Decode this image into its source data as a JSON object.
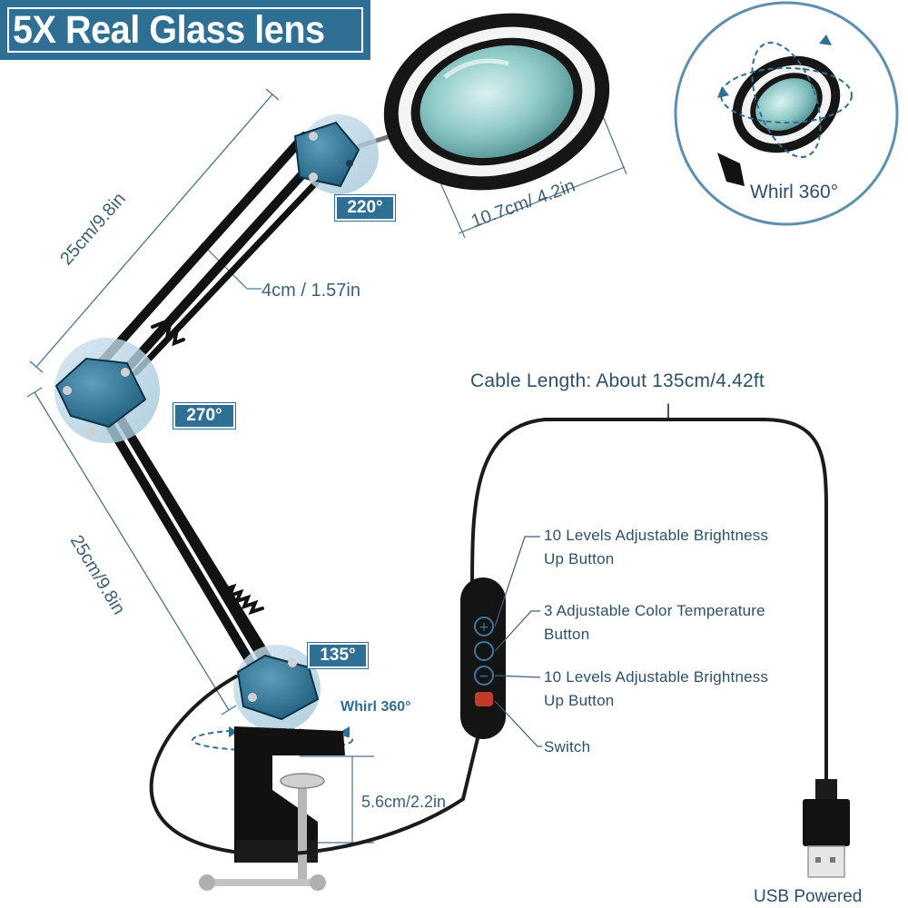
{
  "title": "5X Real Glass lens",
  "angles": {
    "top_joint": "220°",
    "mid_joint": "270°",
    "base_joint": "135°"
  },
  "rotations": {
    "head": "Whirl 360°",
    "base": "Whirl 360°"
  },
  "dimensions": {
    "upper_arm": "25cm/9.8in",
    "lower_arm": "25cm/9.8in",
    "arm_gap": "4cm / 1.57in",
    "lens_diameter": "10.7cm/ 4.2in",
    "clamp_height": "5.6cm/2.2in"
  },
  "cable_length": "Cable Length: About 135cm/4.42ft",
  "controls": {
    "up": {
      "line1": "10 Levels Adjustable Brightness",
      "line2": "Up Button"
    },
    "color": {
      "line1": "3 Adjustable Color Temperature",
      "line2": "Button"
    },
    "down": {
      "line1": "10 Levels Adjustable Brightness",
      "line2": "Up Button"
    },
    "switch": "Switch"
  },
  "usb_label": "USB Powered",
  "colors": {
    "accent": "#2e6f93",
    "dimension_line": "#4a7290",
    "text": "#2d4f6a"
  }
}
